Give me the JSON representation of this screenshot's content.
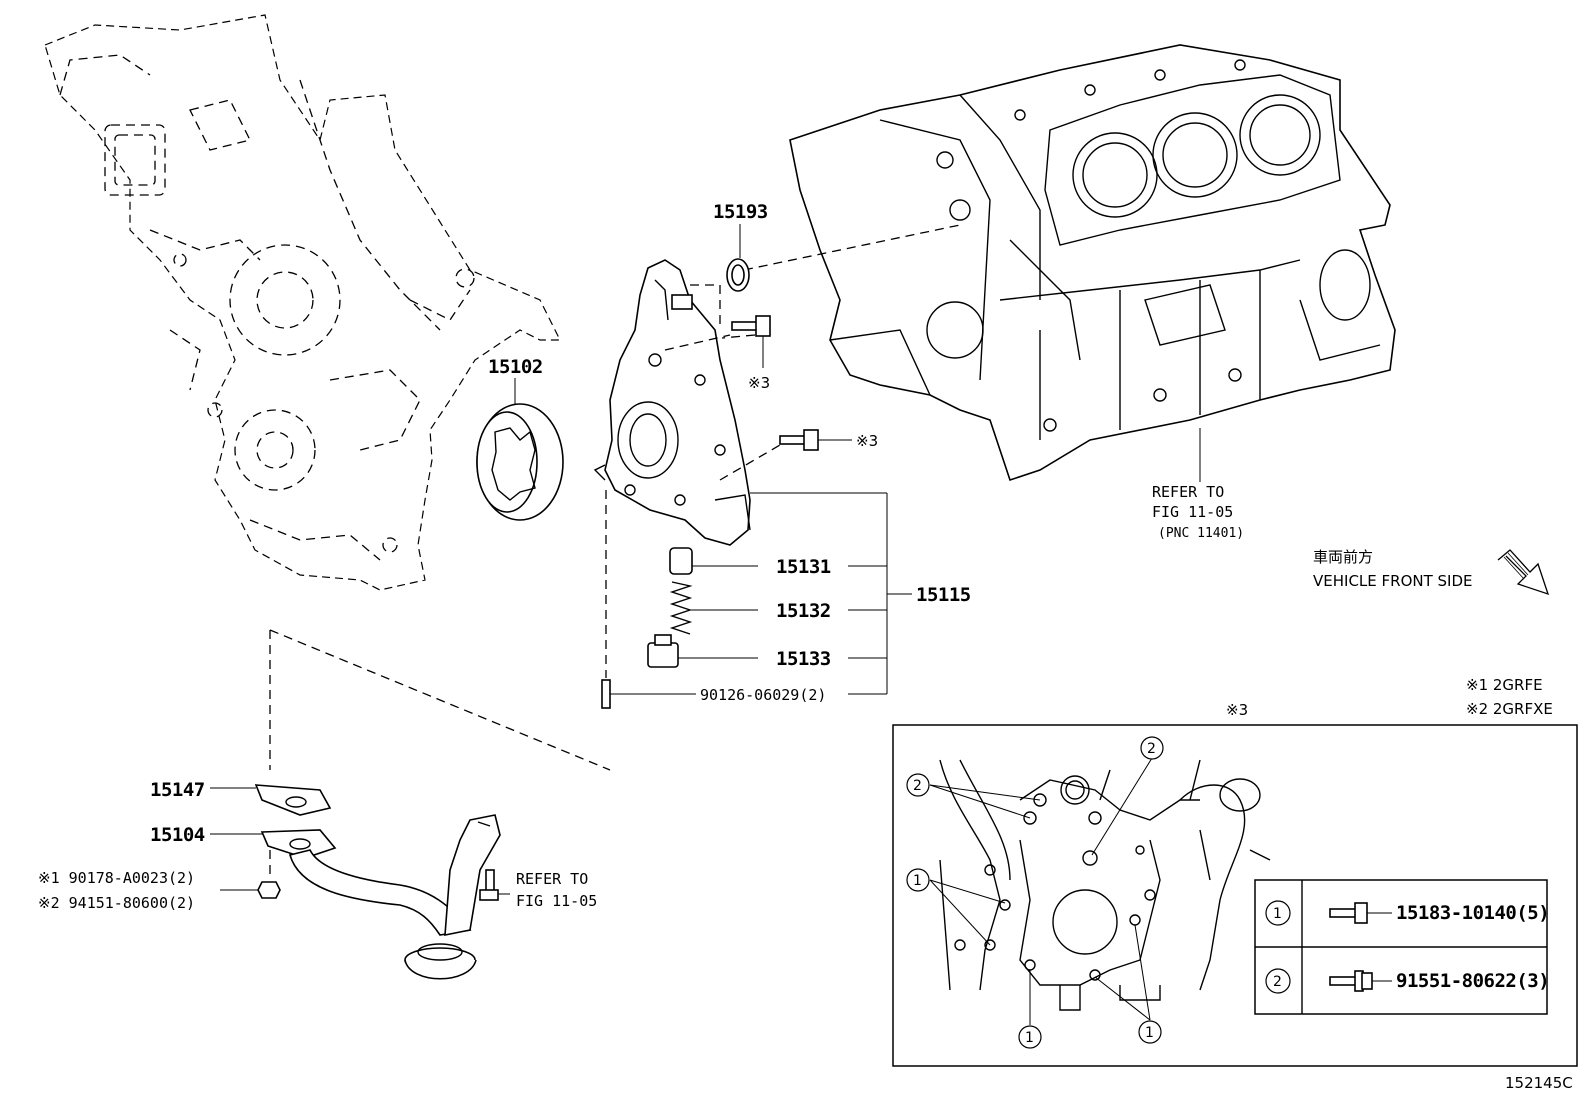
{
  "labels": {
    "p15193": "15193",
    "p15102": "15102",
    "p15131": "15131",
    "p15132": "15132",
    "p15133": "15133",
    "p15115": "15115",
    "p15147": "15147",
    "p15104": "15104",
    "p90126": "90126-06029(2)",
    "note3_bolt_top": "※3",
    "note3_bolt_mid": "※3",
    "note3_inset": "※3",
    "refer_block_1": "REFER TO",
    "refer_block_2": "FIG 11-05",
    "refer_block_3": "(PNC 11401)",
    "refer_pickup_1": "REFER TO",
    "refer_pickup_2": "FIG 11-05",
    "vehicle_front_jp": "車両前方",
    "vehicle_front_en": "VEHICLE FRONT SIDE",
    "note1": "※1 2GRFE",
    "note2": "※2 2GRFXE",
    "nut_1": "※1 90178-A0023(2)",
    "nut_2": "※2 94151-80600(2)",
    "illustration_code": "152145C"
  },
  "inset": {
    "callouts": [
      "2",
      "2",
      "1",
      "1",
      "1"
    ],
    "legend": [
      {
        "num": "1",
        "part": "15183-10140(5)"
      },
      {
        "num": "2",
        "part": "91551-80622(3)"
      }
    ]
  }
}
